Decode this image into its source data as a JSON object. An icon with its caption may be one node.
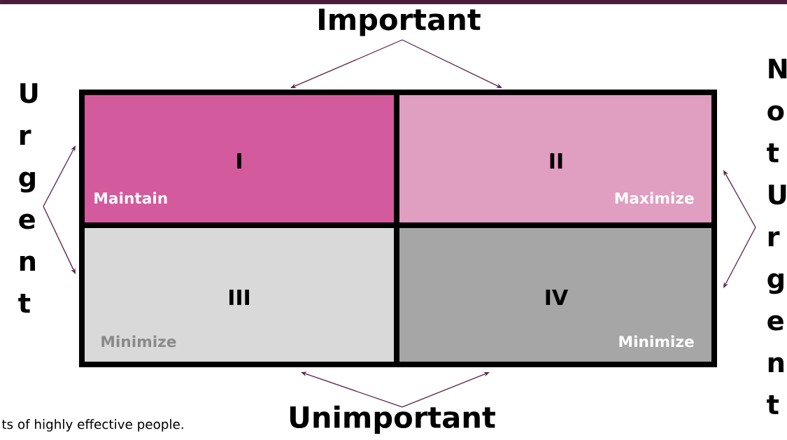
{
  "diagram": {
    "nodes": [
      {
        "text": [
          "Important"
        ]
      },
      {
        "text": [
          "Urgent"
        ]
      },
      {
        "text": [
          "Not Urgent"
        ]
      },
      {
        "text": [
          "I",
          "Maintain"
        ]
      },
      {
        "text": [
          "II",
          "Maximize"
        ]
      },
      {
        "text": [
          "III",
          "Minimize"
        ]
      },
      {
        "text": [
          "IV",
          "Minimize"
        ]
      },
      {
        "text": [
          "Unimportant"
        ]
      }
    ],
    "edges": [
      {
        "from": 0,
        "to": 3,
        "arrow": "to"
      },
      {
        "from": 0,
        "to": 4,
        "arrow": "to"
      },
      {
        "from": 1,
        "to": 3,
        "arrow": "to"
      },
      {
        "from": 1,
        "to": 5,
        "arrow": "to"
      },
      {
        "from": 2,
        "to": 4,
        "arrow": "to"
      },
      {
        "from": 2,
        "to": 6,
        "arrow": "to"
      },
      {
        "from": 7,
        "to": 5,
        "arrow": "to"
      },
      {
        "from": 7,
        "to": 6,
        "arrow": "to"
      }
    ],
    "labels": [
      "ts of highly effective people."
    ]
  }
}
